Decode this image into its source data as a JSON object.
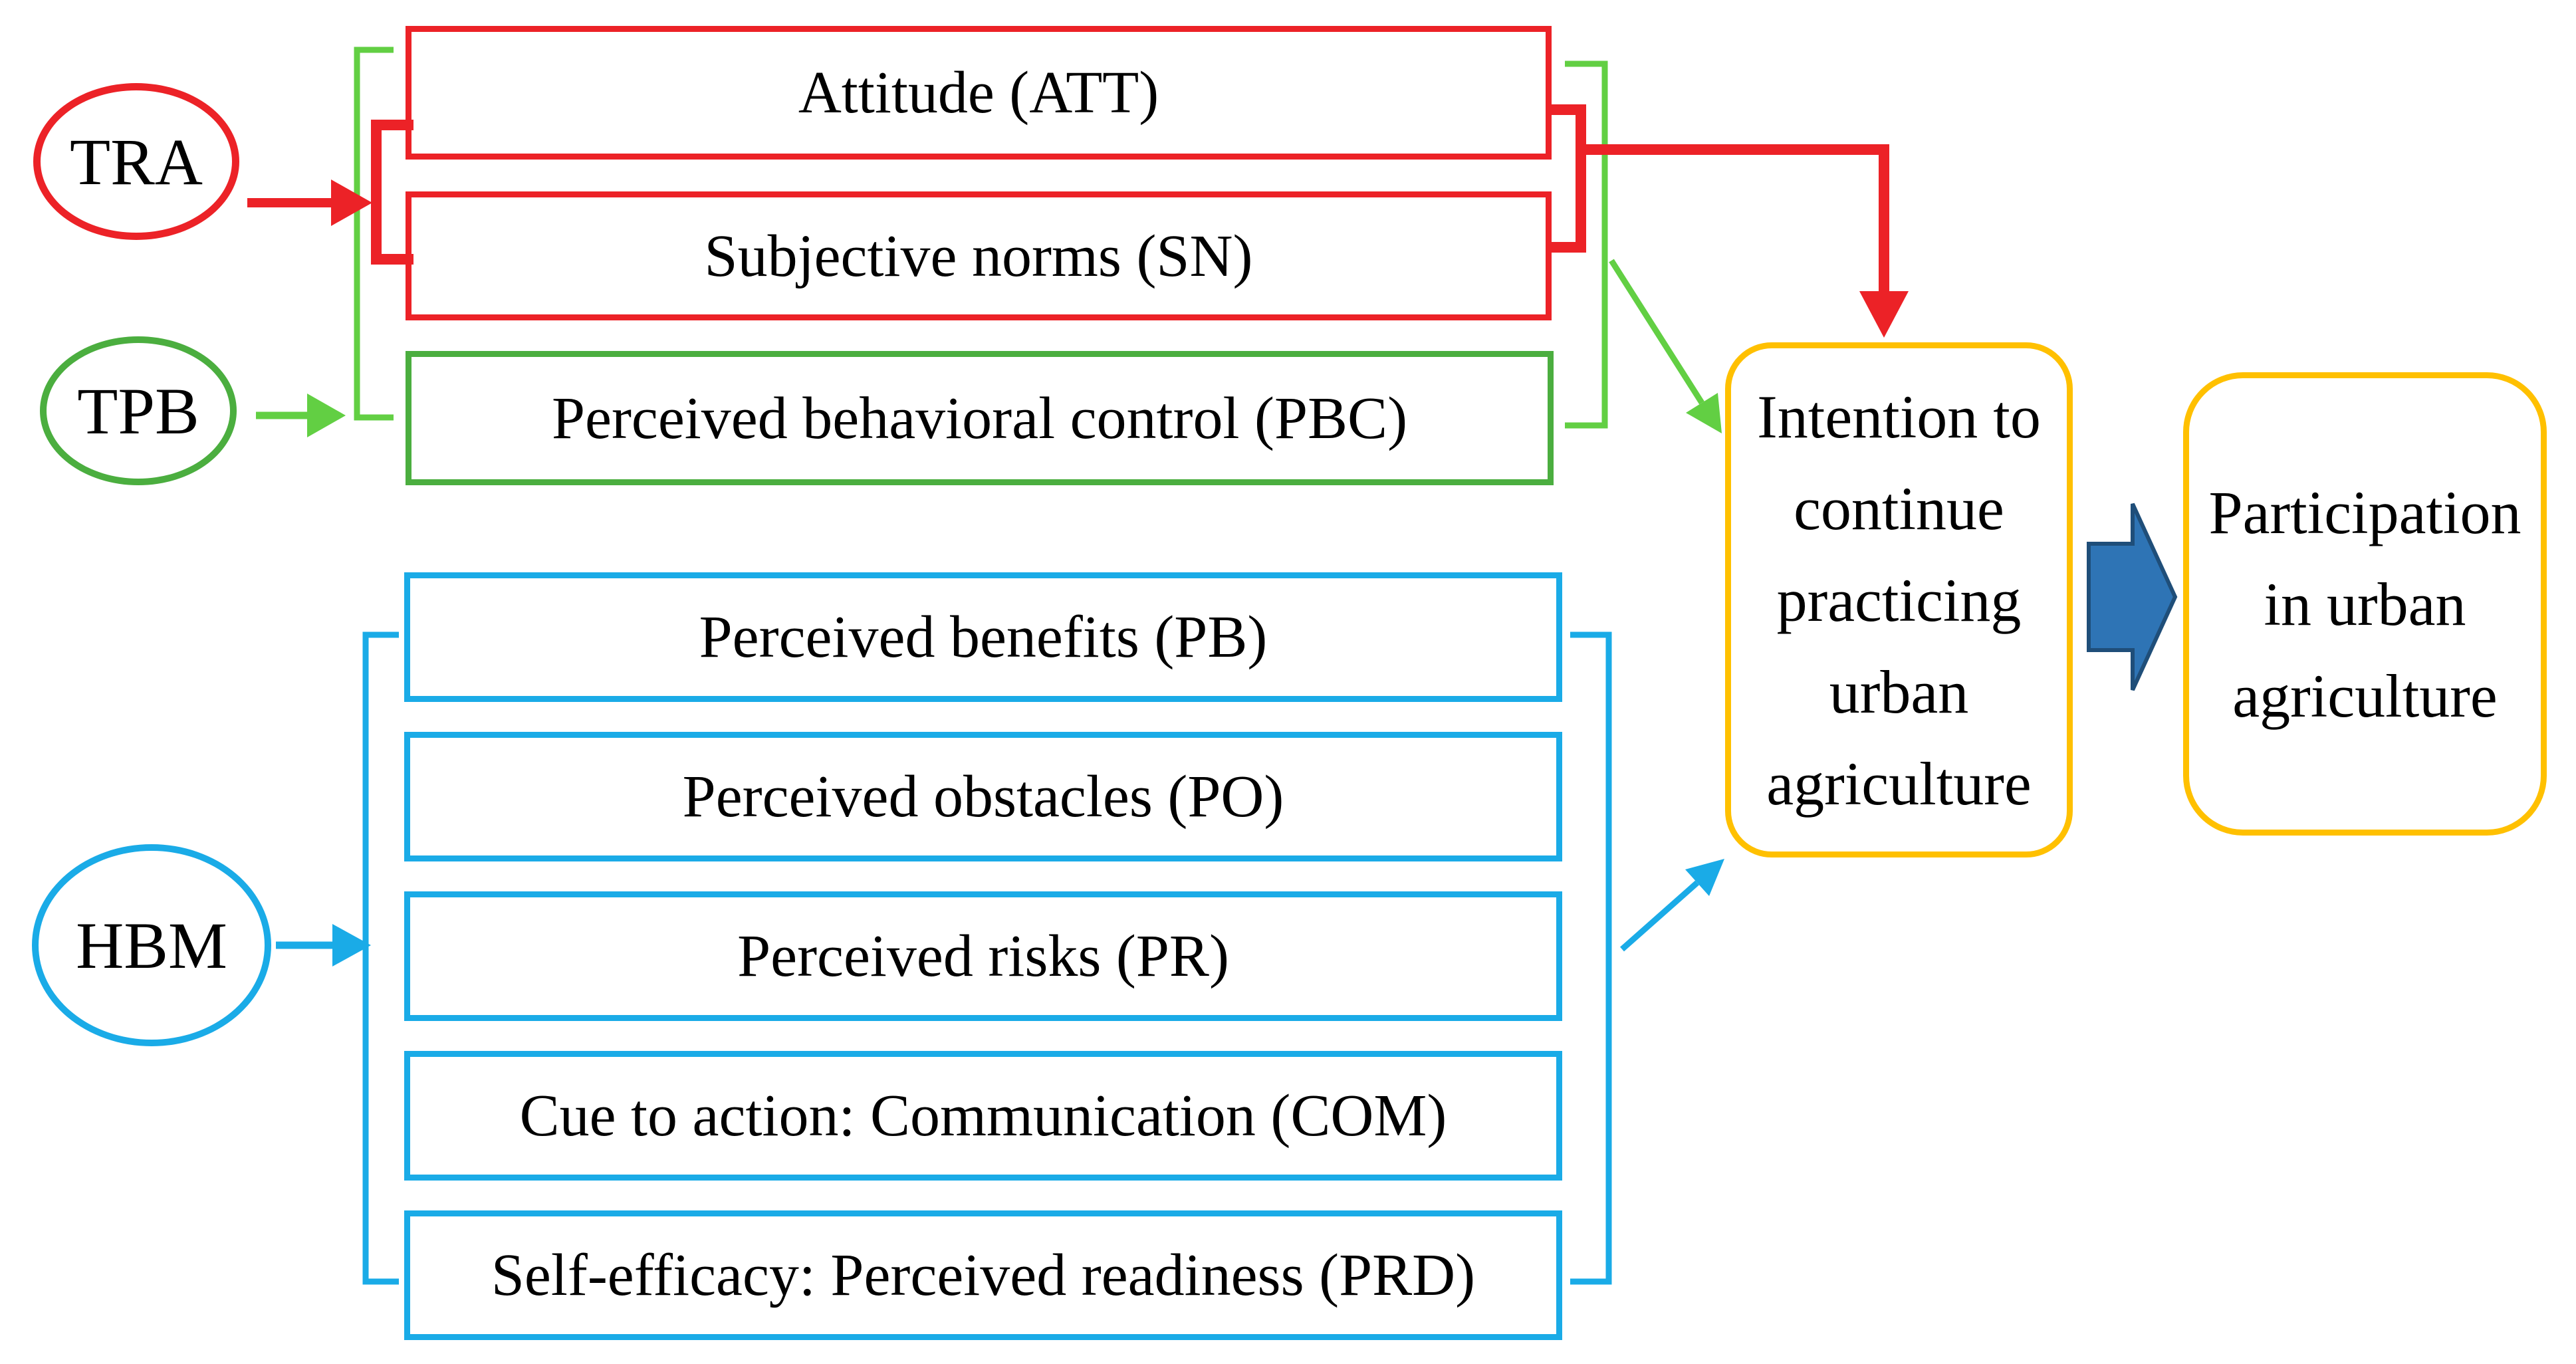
{
  "ellipses": {
    "tra": "TRA",
    "tpb": "TPB",
    "hbm": "HBM"
  },
  "boxes": {
    "att": "Attitude (ATT)",
    "sn": "Subjective norms (SN)",
    "pbc": "Perceived behavioral control (PBC)",
    "pb": "Perceived benefits (PB)",
    "po": "Perceived obstacles (PO)",
    "pr": "Perceived risks (PR)",
    "com": "Cue to action: Communication (COM)",
    "prd": "Self-efficacy: Perceived readiness (PRD)"
  },
  "intention": {
    "lines": [
      "Intention to",
      "continue",
      "practicing",
      "urban",
      "agriculture"
    ]
  },
  "participation": {
    "lines": [
      "Participation",
      "in urban",
      "agriculture"
    ]
  },
  "colors": {
    "red": "#EC2227",
    "green_bracket": "#62CF43",
    "green_box": "#4BAE3F",
    "cyan": "#1AABE7",
    "gold": "#FFC000",
    "block_arrow_fill": "#2E74B5",
    "block_arrow_border": "#1F4E79",
    "text": "#000000"
  }
}
